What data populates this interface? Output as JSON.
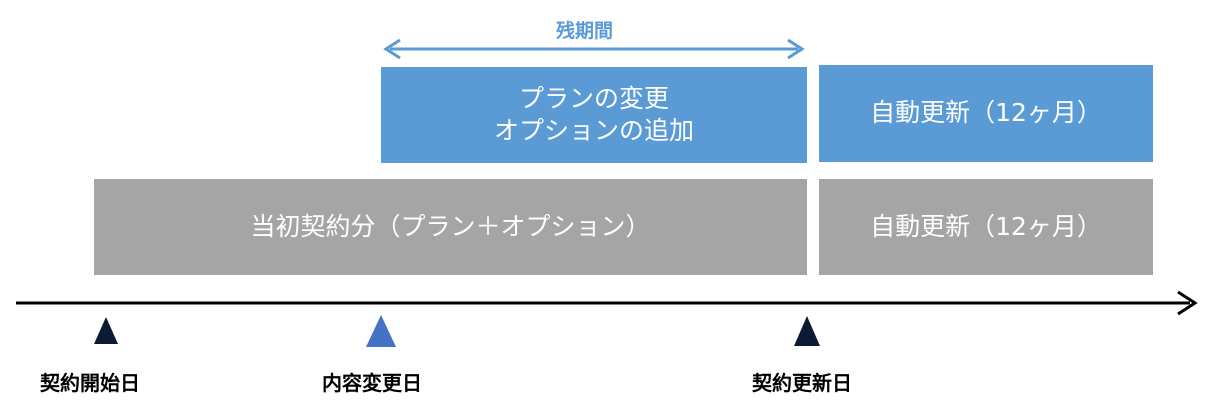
{
  "remaining_period": "残期間",
  "boxes": {
    "change": "プランの変更\nオプションの追加",
    "renew_blue": "自動更新（12ヶ月）",
    "initial": "当初契約分（プラン＋オプション）",
    "renew_gray": "自動更新（12ヶ月）"
  },
  "markers": {
    "start": "契約開始日",
    "change": "内容変更日",
    "renew": "契約更新日"
  },
  "colors": {
    "blue": "#5b9bd5",
    "gray": "#a5a5a5",
    "dark": "#000000",
    "marker_dark": "#0d1a33"
  }
}
